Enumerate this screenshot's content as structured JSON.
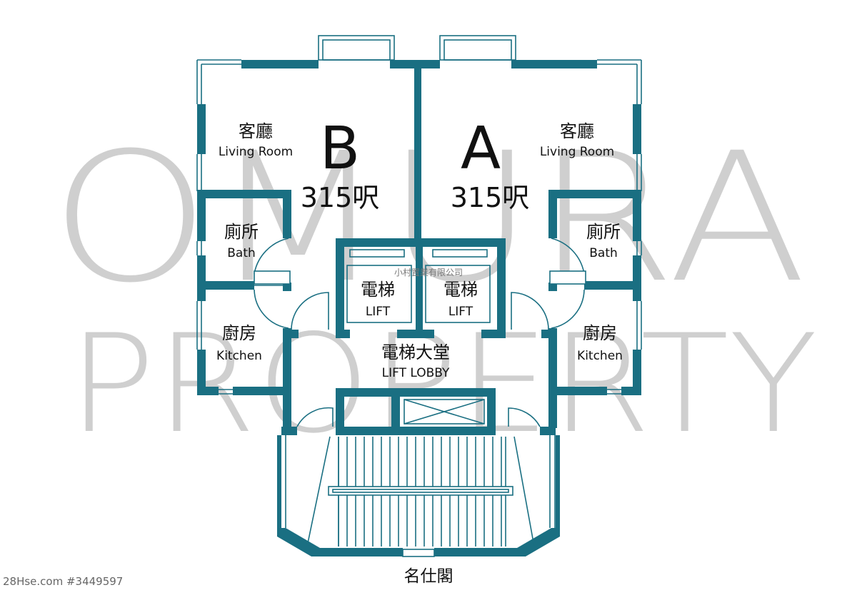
{
  "watermark": {
    "line1": "OMURA",
    "line2": "PROPERTY",
    "company": "小村置業有限公司"
  },
  "units": [
    {
      "letter": "B",
      "area": "315呎",
      "living": {
        "zh": "客廳",
        "en": "Living Room"
      },
      "bath": {
        "zh": "廁所",
        "en": "Bath"
      },
      "kitchen": {
        "zh": "廚房",
        "en": "Kitchen"
      }
    },
    {
      "letter": "A",
      "area": "315呎",
      "living": {
        "zh": "客廳",
        "en": "Living Room"
      },
      "bath": {
        "zh": "廁所",
        "en": "Bath"
      },
      "kitchen": {
        "zh": "廚房",
        "en": "Kitchen"
      }
    }
  ],
  "lifts": [
    {
      "zh": "電梯",
      "en": "LIFT"
    },
    {
      "zh": "電梯",
      "en": "LIFT"
    }
  ],
  "lobby": {
    "zh": "電梯大堂",
    "en": "LIFT LOBBY"
  },
  "building_name": "名仕閣",
  "footer_ref": "28Hse.com #3449597",
  "colors": {
    "wall": "#1a6f82",
    "watermark": "#cfcfcf"
  }
}
